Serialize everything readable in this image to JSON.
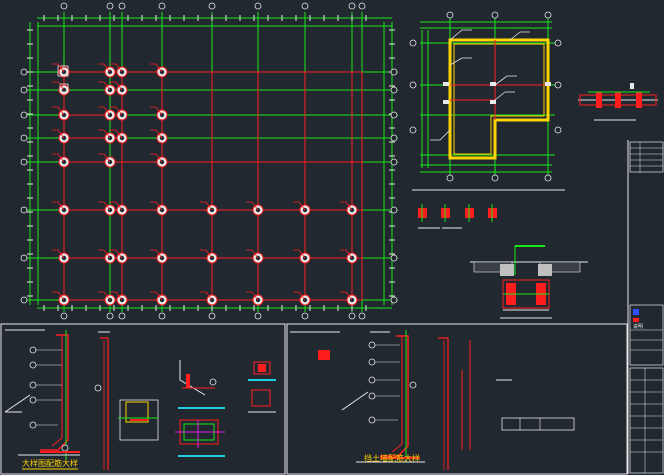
{
  "colors": {
    "background": "#212830",
    "grid_green": "#19e619",
    "beam_red": "#ff1e1e",
    "white": "#e8e8e8",
    "yellow": "#ffd400",
    "cyan": "#20d0e0",
    "magenta": "#e020e0",
    "blue": "#3050ff"
  },
  "drawing": {
    "detail_caption_left": "大样图配筋大样",
    "detail_caption_right": "挡土墙配筋大样"
  },
  "title_block": {
    "stamp_note": "说明"
  }
}
